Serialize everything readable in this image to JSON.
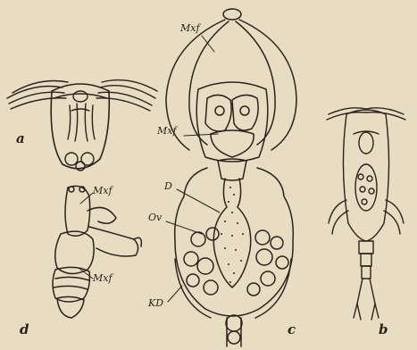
{
  "figure": {
    "background": "#e8dcc3",
    "ink": "#2a231b",
    "panels": [
      {
        "id": "a",
        "label": "a",
        "subject": "larva-ventral-view"
      },
      {
        "id": "b",
        "label": "b",
        "subject": "copepod-dorsal-view"
      },
      {
        "id": "c",
        "label": "c",
        "subject": "female-enlarged",
        "parts": [
          {
            "id": "mxf-top",
            "label": "Mxf"
          },
          {
            "id": "mxf-mid",
            "label": "Mxf"
          },
          {
            "id": "d",
            "label": "D"
          },
          {
            "id": "ov",
            "label": "Ov"
          },
          {
            "id": "kd",
            "label": "KD"
          }
        ]
      },
      {
        "id": "d",
        "label": "d",
        "subject": "side-view",
        "parts": [
          {
            "id": "mxf-1",
            "label": "Mxf"
          },
          {
            "id": "mxf-2",
            "label": "Mxf"
          }
        ]
      }
    ]
  }
}
